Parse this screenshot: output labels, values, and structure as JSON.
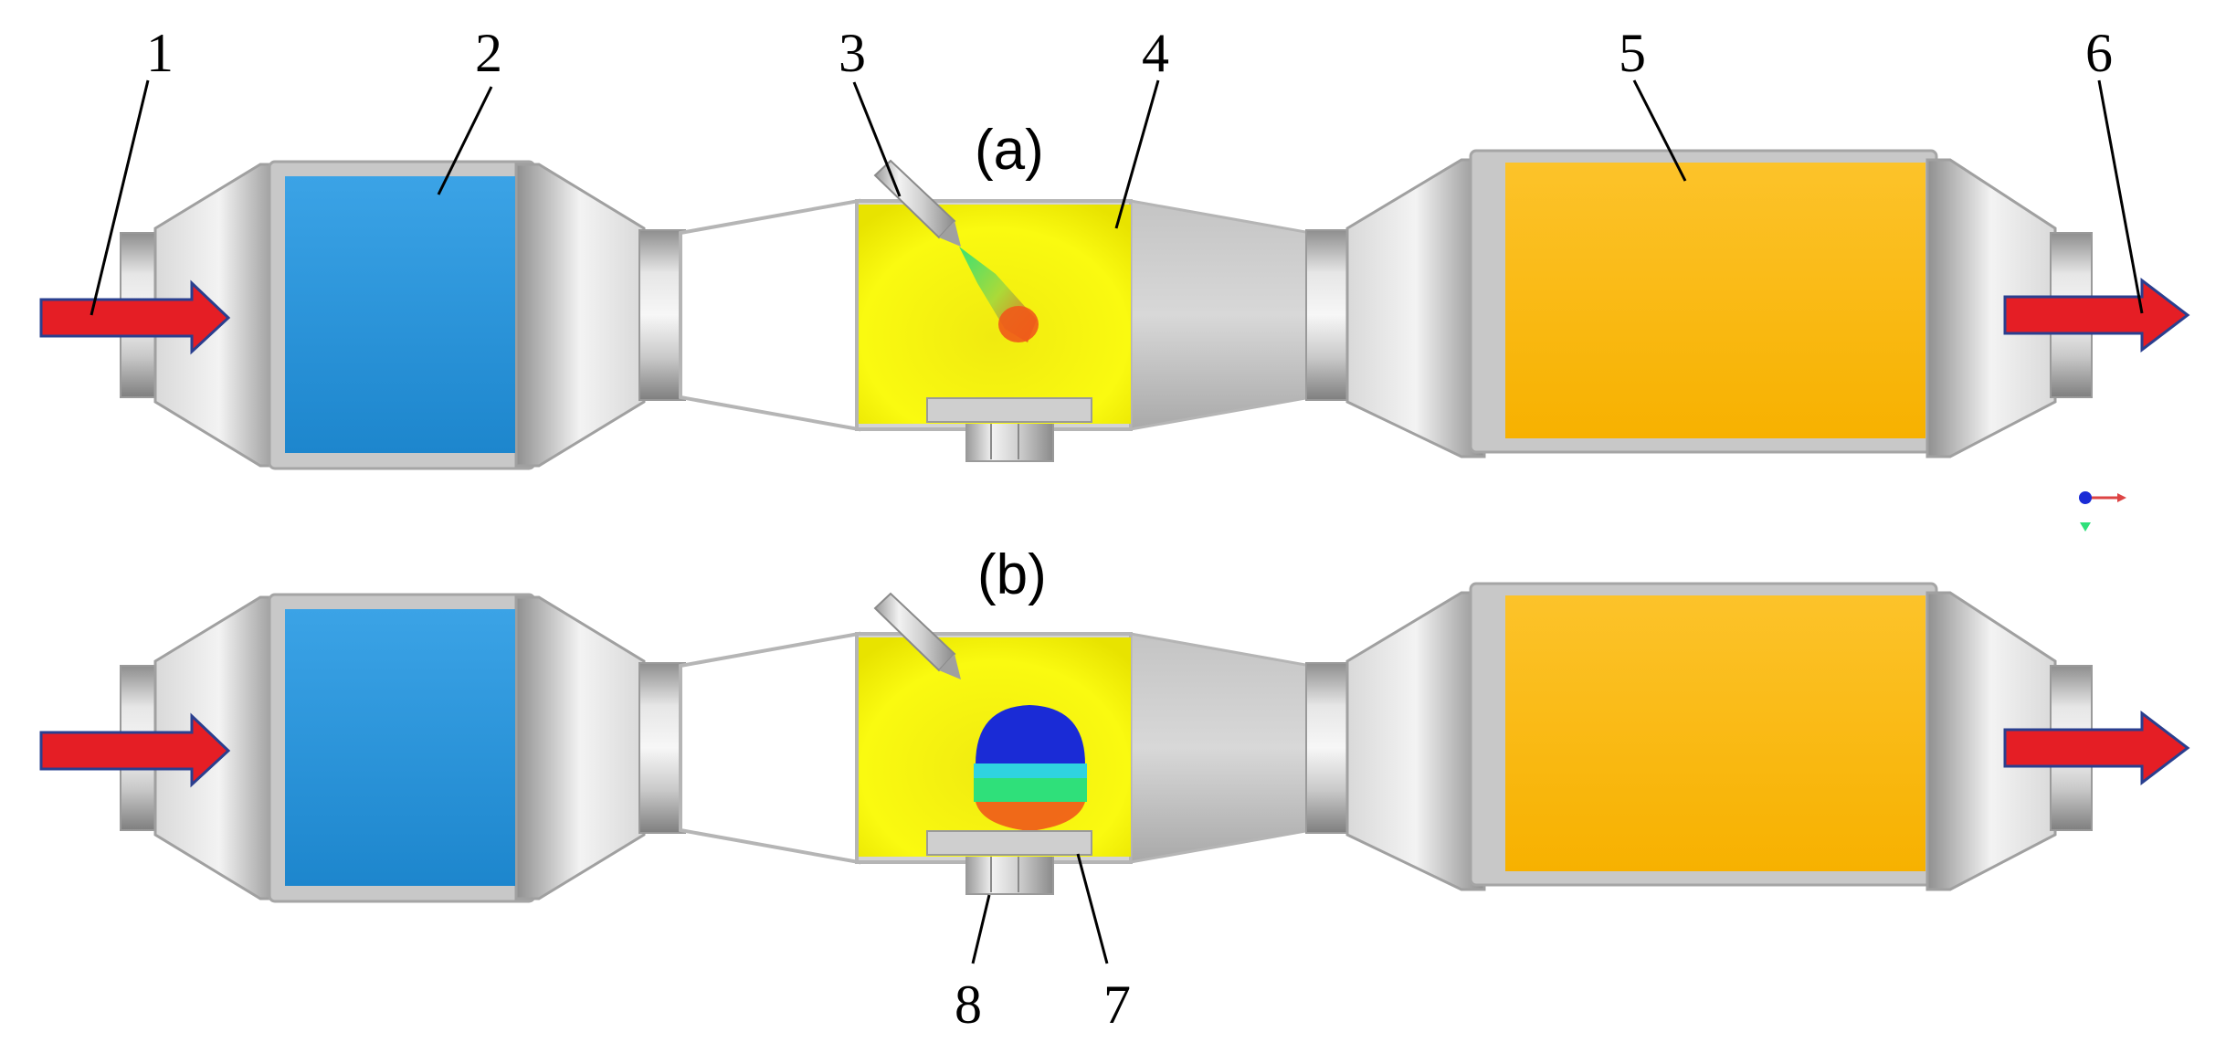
{
  "figure": {
    "panels": [
      {
        "id": "a",
        "label": "(a)"
      },
      {
        "id": "b",
        "label": "(b)"
      }
    ],
    "part_labels": [
      "1",
      "2",
      "3",
      "4",
      "5",
      "6",
      "7",
      "8"
    ],
    "colors": {
      "flow_arrow": "#e51e25",
      "flow_arrow_outline": "#2a3f8f",
      "first_catalyst": "#2b92d8",
      "mixing_chamber": "#f5f000",
      "second_catalyst": "#fbbb0c",
      "housing_metal": "#b8b8b8",
      "spray_warm": "#f05a1a",
      "spray_green": "#2fe07a",
      "spray_blue": "#1a2bd6"
    }
  }
}
